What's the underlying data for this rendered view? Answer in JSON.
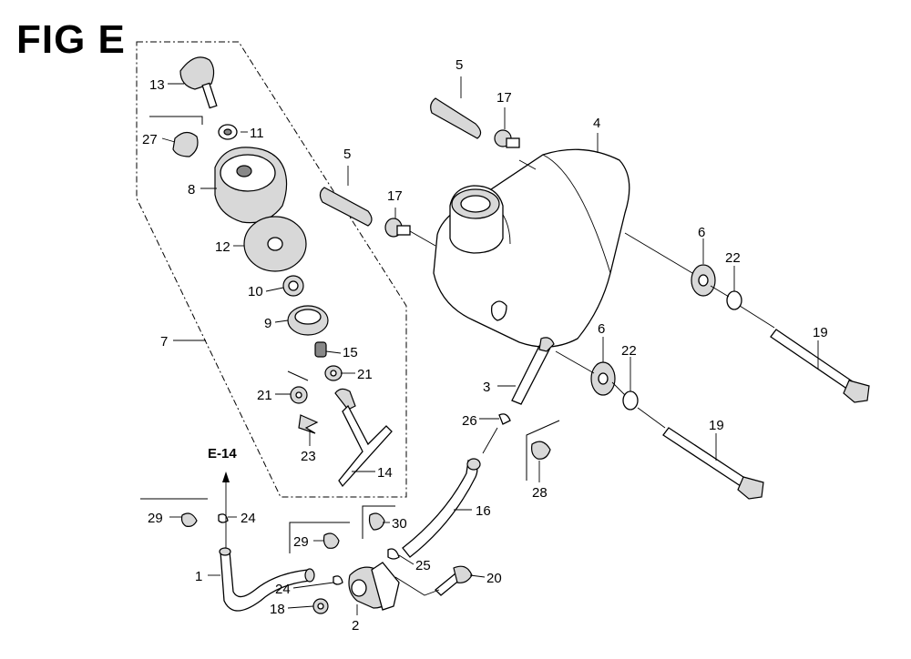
{
  "title": "FIG E",
  "reference": "E-14",
  "callouts": {
    "c1": "1",
    "c2": "2",
    "c3": "3",
    "c4": "4",
    "c5a": "5",
    "c5b": "5",
    "c6a": "6",
    "c6b": "6",
    "c7": "7",
    "c8": "8",
    "c9": "9",
    "c10": "10",
    "c11": "11",
    "c12": "12",
    "c13": "13",
    "c14": "14",
    "c15": "15",
    "c16": "16",
    "c17a": "17",
    "c17b": "17",
    "c18": "18",
    "c19a": "19",
    "c19b": "19",
    "c20": "20",
    "c21a": "21",
    "c21b": "21",
    "c22a": "22",
    "c22b": "22",
    "c23": "23",
    "c24a": "24",
    "c24b": "24",
    "c25": "25",
    "c26": "26",
    "c27": "27",
    "c28": "28",
    "c29a": "29",
    "c29b": "29",
    "c30": "30"
  }
}
